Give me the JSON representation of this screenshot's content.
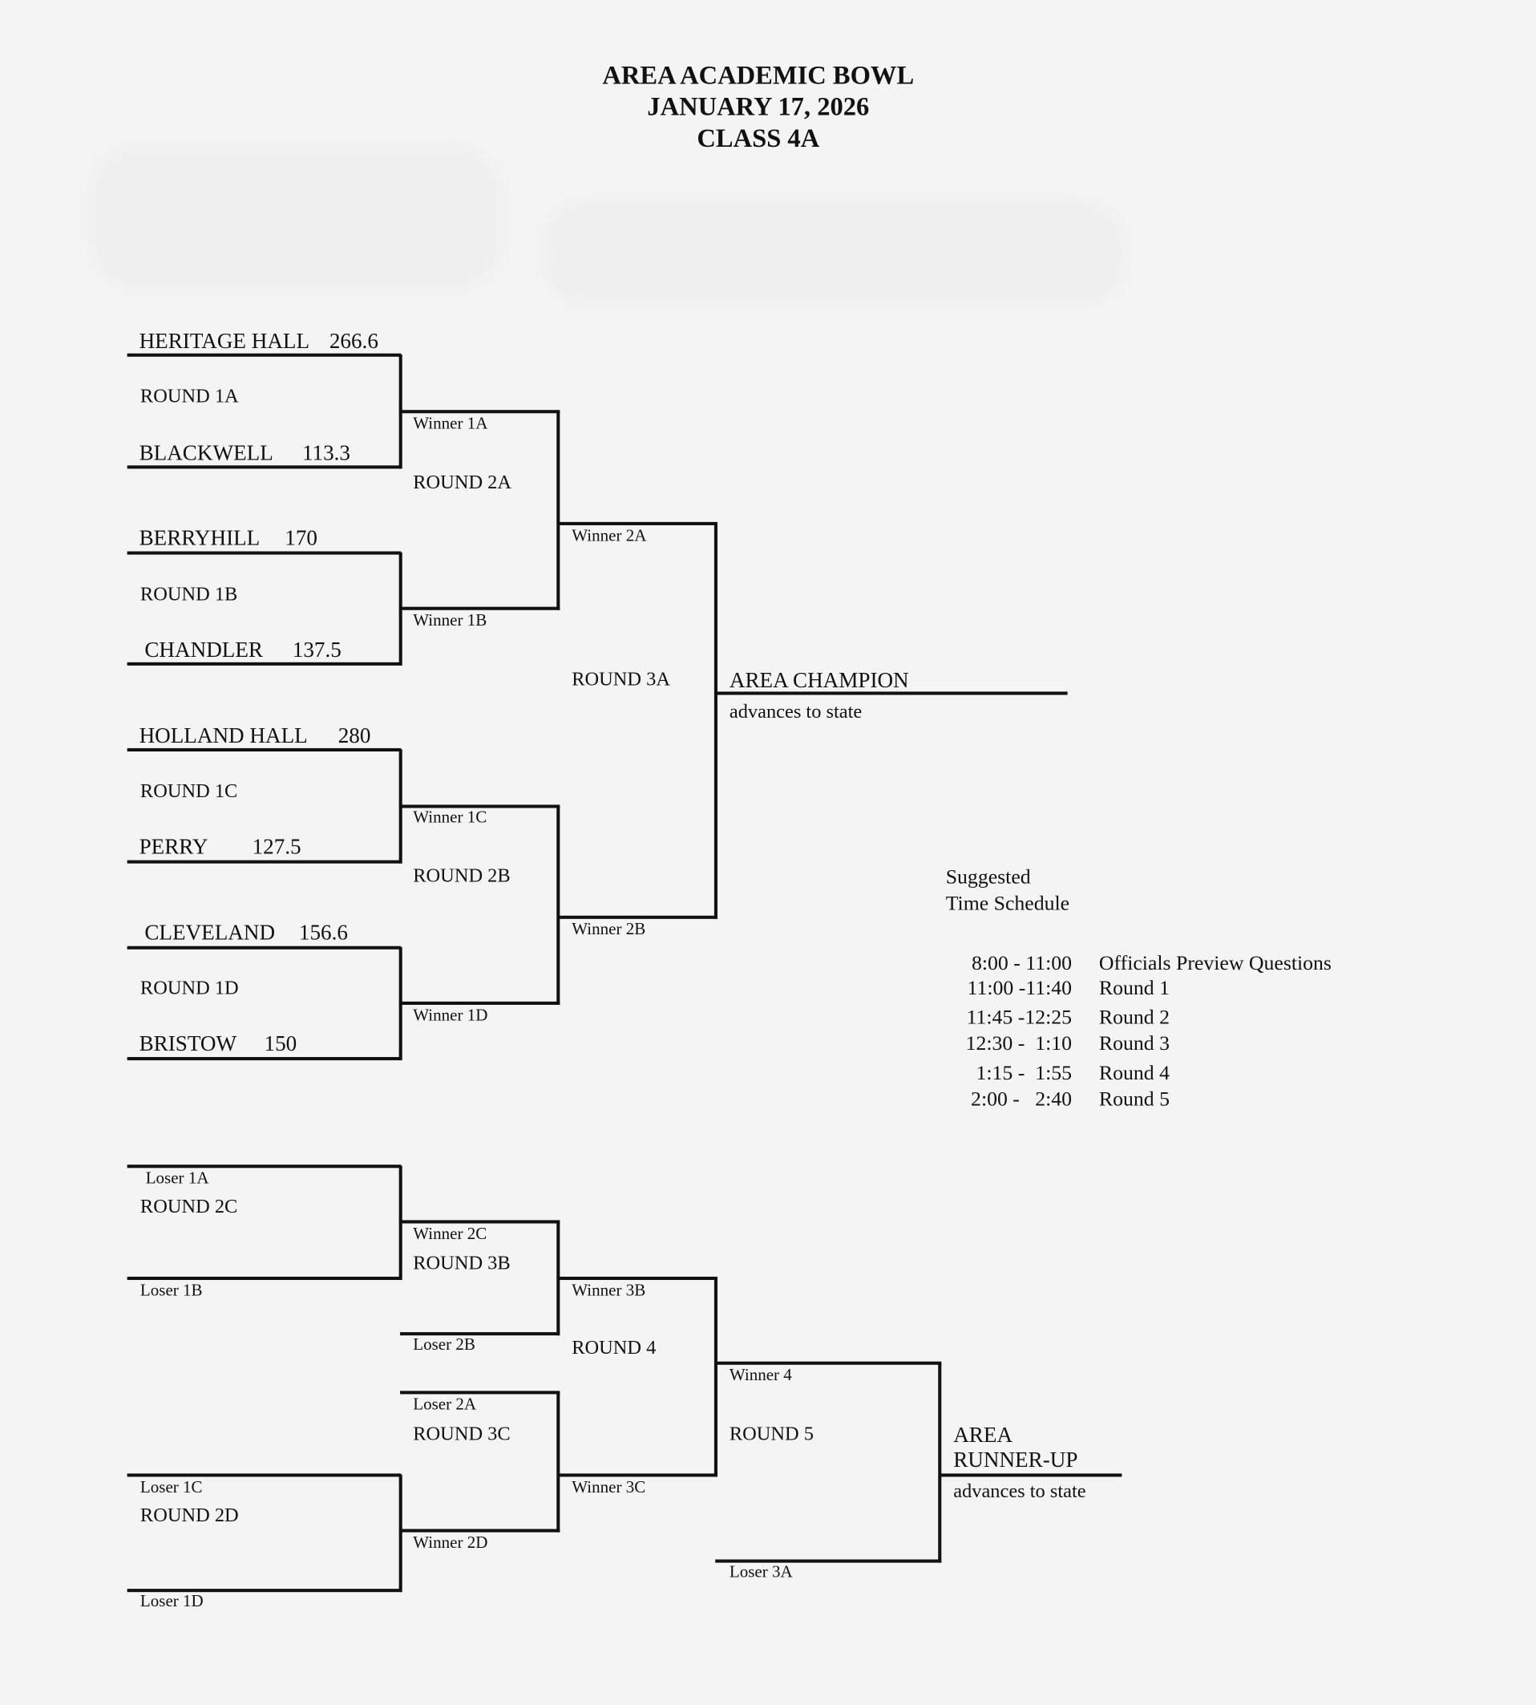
{
  "header": {
    "line1": "AREA ACADEMIC BOWL",
    "line2": "JANUARY 17, 2026",
    "line3": "CLASS 4A"
  },
  "teams": [
    {
      "name": "HERITAGE HALL",
      "score": "266.6"
    },
    {
      "name": "BLACKWELL",
      "score": "113.3"
    },
    {
      "name": "BERRYHILL",
      "score": "170"
    },
    {
      "name": "CHANDLER",
      "score": "137.5"
    },
    {
      "name": "HOLLAND HALL",
      "score": "280"
    },
    {
      "name": "PERRY",
      "score": "127.5"
    },
    {
      "name": "CLEVELAND",
      "score": "156.6"
    },
    {
      "name": "BRISTOW",
      "score": "150"
    }
  ],
  "rounds": {
    "r1a": "ROUND 1A",
    "r1b": "ROUND 1B",
    "r1c": "ROUND 1C",
    "r1d": "ROUND 1D",
    "r2a": "ROUND 2A",
    "r2b": "ROUND 2B",
    "r2c": "ROUND 2C",
    "r2d": "ROUND 2D",
    "r3a": "ROUND 3A",
    "r3b": "ROUND 3B",
    "r3c": "ROUND 3C",
    "r4": "ROUND 4",
    "r5": "ROUND 5"
  },
  "slots": {
    "w1a": "Winner 1A",
    "w1b": "Winner 1B",
    "w1c": "Winner 1C",
    "w1d": "Winner 1D",
    "w2a": "Winner 2A",
    "w2b": "Winner 2B",
    "w2c": "Winner 2C",
    "w2d": "Winner 2D",
    "w3b": "Winner 3B",
    "w3c": "Winner 3C",
    "w4": "Winner 4",
    "l1a": "Loser 1A",
    "l1b": "Loser 1B",
    "l1c": "Loser 1C",
    "l1d": "Loser 1D",
    "l2a": "Loser 2A",
    "l2b": "Loser 2B",
    "l3a": "Loser 3A"
  },
  "champion": {
    "label": "AREA CHAMPION",
    "note": "advances to state"
  },
  "runner_up": {
    "line1": "AREA",
    "line2": "RUNNER-UP",
    "note": "advances to state"
  },
  "schedule": {
    "title1": "Suggested",
    "title2": "Time Schedule",
    "rows": [
      {
        "time": "8:00 - 11:00",
        "event": "Officials Preview Questions"
      },
      {
        "time": "11:00 -11:40",
        "event": "Round 1"
      },
      {
        "time": "11:45 -12:25",
        "event": "Round 2"
      },
      {
        "time": "12:30 -  1:10",
        "event": "Round 3"
      },
      {
        "time": "1:15 -  1:55",
        "event": "Round 4"
      },
      {
        "time": "2:00 -   2:40",
        "event": "Round 5"
      }
    ]
  }
}
